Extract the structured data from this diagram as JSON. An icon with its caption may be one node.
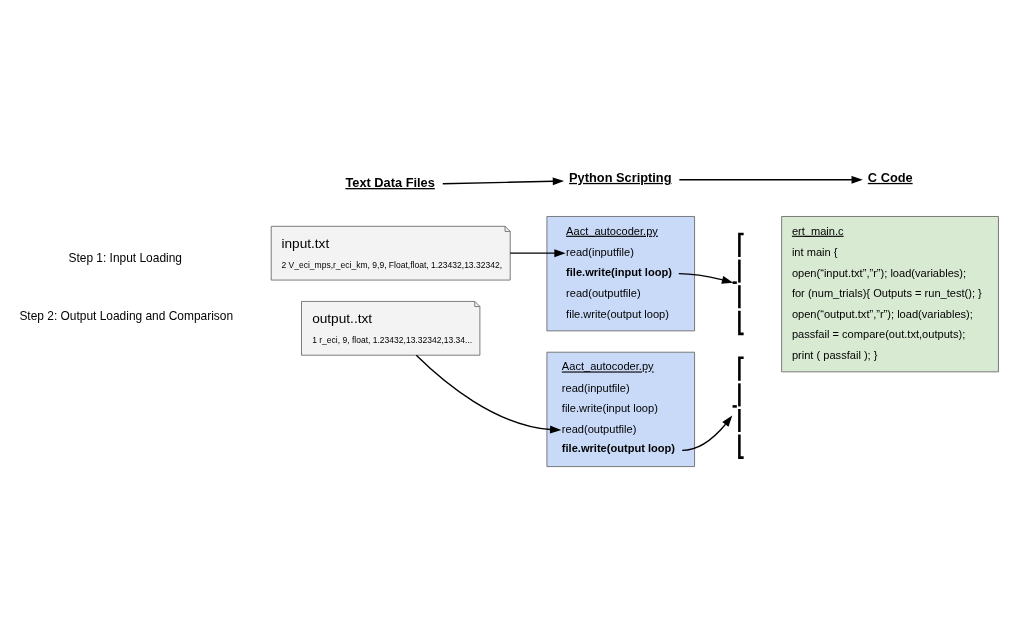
{
  "diagram": {
    "nodes": [
      {
        "text": [
          "Text Data Files"
        ]
      },
      {
        "text": [
          "Python Scripting"
        ]
      },
      {
        "text": [
          "C Code"
        ]
      },
      {
        "text": [
          "input.txt",
          "2 V_eci_mps,r_eci_km, 9,9, Float,float, 1.23432,13.32342,"
        ]
      },
      {
        "text": [
          "Aact_autocoder.py",
          "read(inputfile)",
          "file.write(input loop)",
          "read(outputfile)",
          "file.write(output loop)"
        ]
      },
      {
        "text": [],
        "shape": "brace"
      },
      {
        "text": [
          "ert_main.c",
          "int main {",
          "open(“input.txt”,”r”); load(variables);",
          "for (num_trials){ Outputs = run_test(); }",
          "open(“output.txt”,”r”); load(variables);",
          "passfail = compare(out.txt,outputs);",
          "print ( passfail ); }"
        ]
      },
      {
        "text": [],
        "shape": "brace"
      },
      {
        "text": [
          "output..txt",
          "1 r_eci, 9, float, 1.23432,13.32342,13.34..."
        ]
      },
      {
        "text": [
          "Aact_autocoder.py",
          "read(inputfile)",
          "file.write(input loop)",
          "read(outputfile)",
          "file.write(output loop)"
        ]
      }
    ],
    "edges": [
      {
        "from": 0,
        "to": 1,
        "arrow": "to"
      },
      {
        "from": 1,
        "to": 2,
        "arrow": "to"
      },
      {
        "from": 3,
        "to": 4,
        "arrow": "to"
      },
      {
        "from": 4,
        "to": 5,
        "arrow": "to"
      },
      {
        "from": 8,
        "to": 9,
        "arrow": "to"
      },
      {
        "from": 9,
        "to": 7,
        "arrow": "to"
      }
    ],
    "labels": [
      "Step 1: Input Loading",
      "Step 2: Output Loading and Comparison"
    ]
  }
}
